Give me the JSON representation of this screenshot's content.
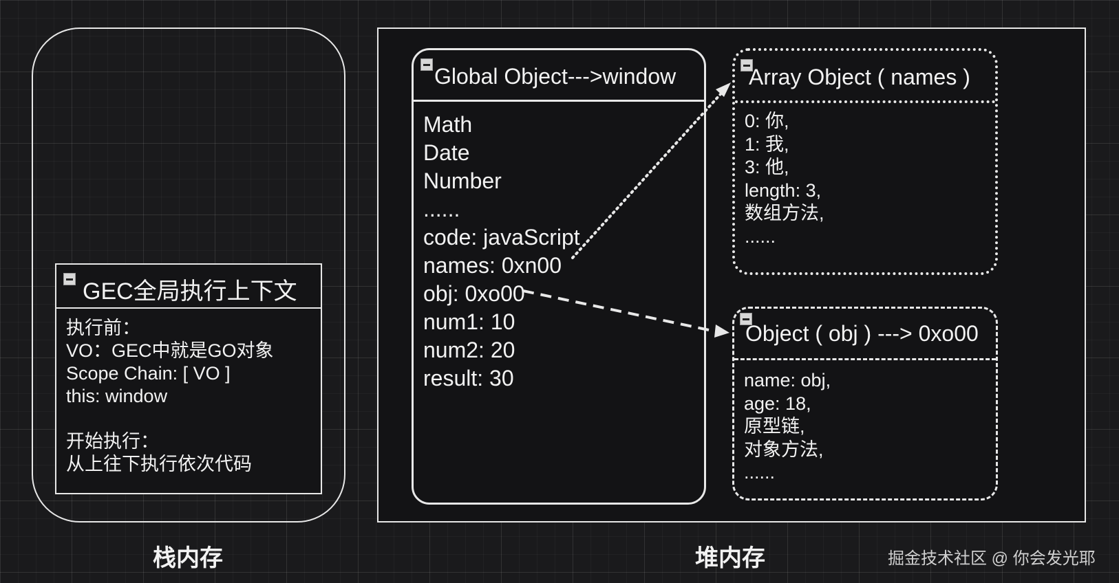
{
  "stack": {
    "label": "栈内存",
    "gec": {
      "title": "GEC全局执行上下文",
      "lines": "执行前：\nVO：GEC中就是GO对象\nScope Chain: [ VO ]\nthis: window\n\n开始执行：\n从上往下执行依次代码"
    }
  },
  "heap": {
    "label": "堆内存",
    "global_object": {
      "title": "Global Object--->window",
      "lines": "Math\nDate\nNumber\n......\ncode: javaScript\nnames: 0xn00\nobj: 0xo00\nnum1: 10\nnum2: 20\nresult: 30"
    },
    "array_object": {
      "title": "Array Object ( names )",
      "lines": "0: 你,\n1: 我,\n3: 他,\nlength: 3,\n数组方法,\n......"
    },
    "object_obj": {
      "title": "Object ( obj ) ---> 0xo00",
      "lines": "name: obj,\nage: 18,\n原型链,\n对象方法,\n......"
    }
  },
  "watermark": "掘金技术社区 @ 你会发光耶",
  "colors": {
    "background": "#1a1a1c",
    "stroke": "#e8e8e8",
    "text": "#f2f2f2"
  }
}
